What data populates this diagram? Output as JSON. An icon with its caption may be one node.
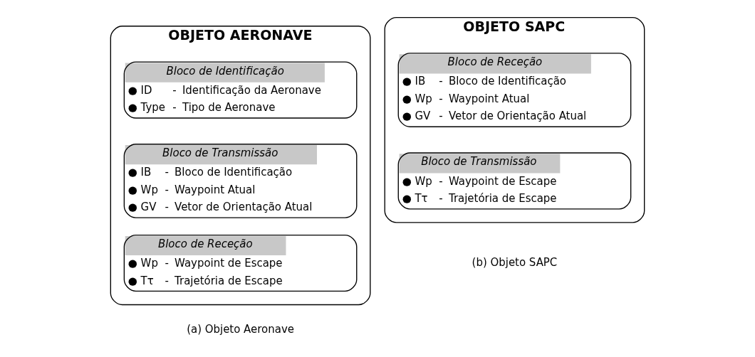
{
  "diagram": {
    "nodes": [
      {
        "text": [
          "OBJETO AERONAVE"
        ]
      },
      {
        "text": [
          "Bloco de Identificação",
          "● ID",
          "-",
          "Identificação da Aeronave",
          "● Type",
          "-",
          "Tipo de Aeronave"
        ],
        "in": 0
      },
      {
        "text": [
          "Bloco de Transmissão",
          "● IB",
          "-",
          "Bloco de Identificação",
          "● Wp",
          "-",
          "Waypoint Atual",
          "● GV",
          "-",
          "Vetor de Orientação Atual"
        ],
        "in": 0
      },
      {
        "text": [
          "Bloco de Receção",
          "● Wp",
          "-",
          "Waypoint de Escape",
          "● Tτ",
          "-",
          "Trajetória de Escape"
        ],
        "in": 0
      },
      {
        "text": [
          "OBJETO SAPC"
        ]
      },
      {
        "text": [
          "Bloco de Receção",
          "● IB",
          "-",
          "Bloco de Identificação",
          "● Wp",
          "-",
          "Waypoint Atual",
          "● GV",
          "-",
          "Vetor de Orientação Atual"
        ],
        "in": 4
      },
      {
        "text": [
          "Bloco de Transmissão",
          "● Wp",
          "-",
          "Waypoint de Escape",
          "● Tτ",
          "-",
          "Trajetória de Escape"
        ],
        "in": 4
      }
    ],
    "edges": [],
    "labels": [
      "(a) Objeto Aeronave",
      "(b) Objeto SAPC"
    ]
  }
}
